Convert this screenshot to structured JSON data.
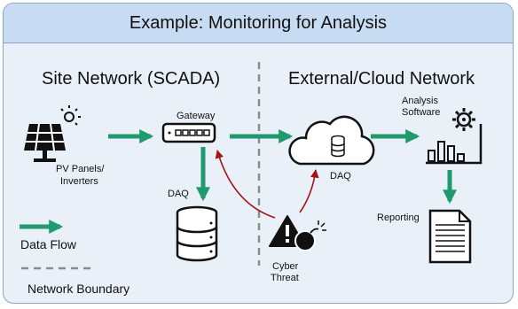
{
  "title": "Example: Monitoring for Analysis",
  "sections": {
    "site": "Site Network (SCADA)",
    "external": "External/Cloud Network"
  },
  "nodes": {
    "pv_line1": "PV Panels/",
    "pv_line2": "Inverters",
    "gateway": "Gateway",
    "daq_site": "DAQ",
    "daq_cloud": "DAQ",
    "analysis_line1": "Analysis",
    "analysis_line2": "Software",
    "reporting": "Reporting",
    "cyber_line1": "Cyber",
    "cyber_line2": "Threat"
  },
  "legend": {
    "data_flow": "Data Flow",
    "network_boundary": "Network Boundary"
  },
  "colors": {
    "flow": "#1e9a6e",
    "threat": "#a31515",
    "boundary": "#8c8c8c",
    "header_bg": "#c7dcf2",
    "panel_bg": "#e9f0f8"
  }
}
